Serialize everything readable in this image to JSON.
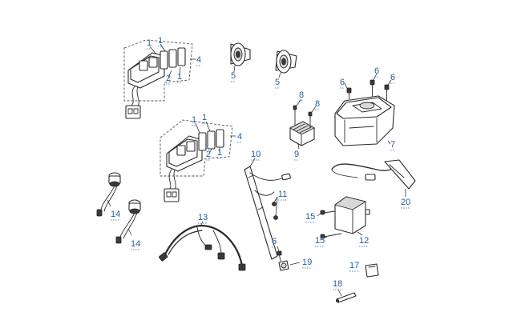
{
  "callouts": [
    {
      "label": "1"
    },
    {
      "label": "1"
    },
    {
      "label": "4"
    },
    {
      "label": "2"
    },
    {
      "label": "1"
    },
    {
      "label": "5"
    },
    {
      "label": "5"
    },
    {
      "label": "6"
    },
    {
      "label": "6"
    },
    {
      "label": "6"
    },
    {
      "label": "8"
    },
    {
      "label": "8"
    },
    {
      "label": "9"
    },
    {
      "label": "7"
    },
    {
      "label": "1"
    },
    {
      "label": "1"
    },
    {
      "label": "4"
    },
    {
      "label": "2"
    },
    {
      "label": "1"
    },
    {
      "label": "10"
    },
    {
      "label": "11"
    },
    {
      "label": "14"
    },
    {
      "label": "14"
    },
    {
      "label": "13"
    },
    {
      "label": "20"
    },
    {
      "label": "15"
    },
    {
      "label": "15"
    },
    {
      "label": "12"
    },
    {
      "label": "6"
    },
    {
      "label": "19"
    },
    {
      "label": "17"
    },
    {
      "label": "18"
    }
  ],
  "colors": {
    "callout": "#1f5f9e",
    "linework": "#2b2b2b",
    "background": "#ffffff"
  }
}
